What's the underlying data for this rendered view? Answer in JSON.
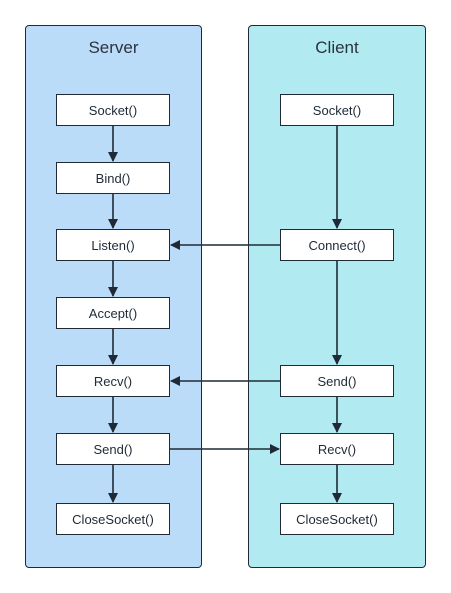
{
  "colors": {
    "server_lane": "#badcf8",
    "client_lane": "#b2eaf1",
    "stroke": "#1f2a36"
  },
  "server": {
    "title": "Server",
    "steps": [
      "Socket()",
      "Bind()",
      "Listen()",
      "Accept()",
      "Recv()",
      "Send()",
      "CloseSocket()"
    ]
  },
  "client": {
    "title": "Client",
    "steps": [
      "Socket()",
      "Connect()",
      "Send()",
      "Recv()",
      "CloseSocket()"
    ]
  }
}
